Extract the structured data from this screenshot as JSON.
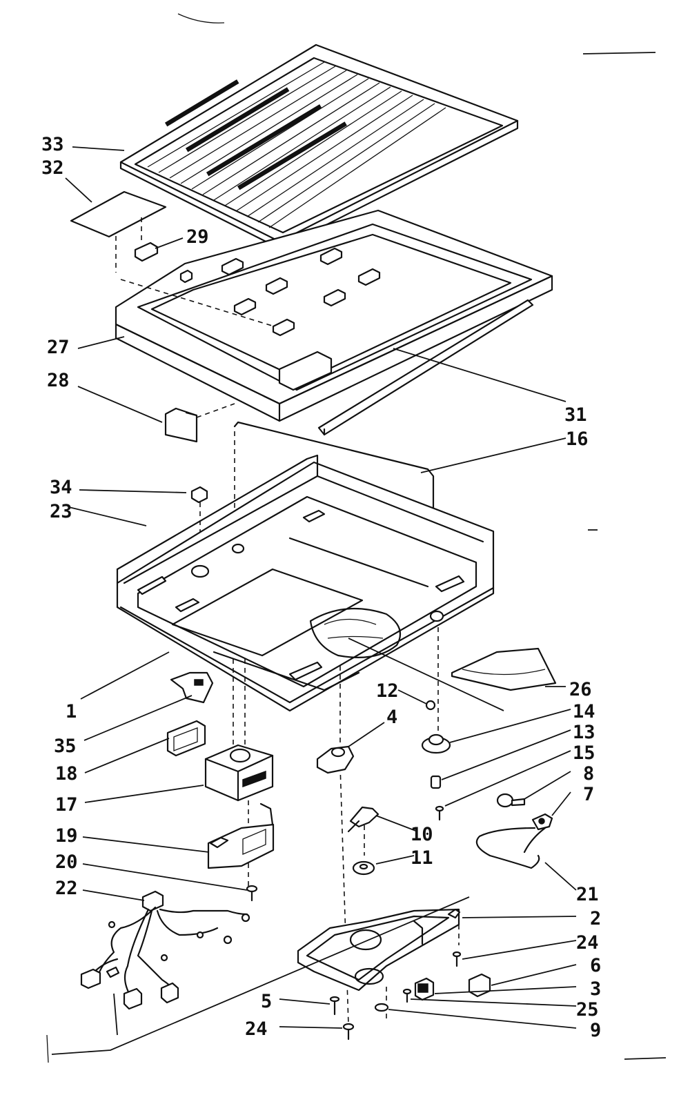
{
  "callouts": [
    {
      "id": "33",
      "label": "33"
    },
    {
      "id": "32",
      "label": "32"
    },
    {
      "id": "29",
      "label": "29"
    },
    {
      "id": "27",
      "label": "27"
    },
    {
      "id": "28",
      "label": "28"
    },
    {
      "id": "31",
      "label": "31"
    },
    {
      "id": "16",
      "label": "16"
    },
    {
      "id": "34",
      "label": "34"
    },
    {
      "id": "23",
      "label": "23"
    },
    {
      "id": "1",
      "label": "1"
    },
    {
      "id": "35",
      "label": "35"
    },
    {
      "id": "18",
      "label": "18"
    },
    {
      "id": "17",
      "label": "17"
    },
    {
      "id": "19",
      "label": "19"
    },
    {
      "id": "20",
      "label": "20"
    },
    {
      "id": "22",
      "label": "22"
    },
    {
      "id": "26",
      "label": "26"
    },
    {
      "id": "12",
      "label": "12"
    },
    {
      "id": "4",
      "label": "4"
    },
    {
      "id": "14",
      "label": "14"
    },
    {
      "id": "13",
      "label": "13"
    },
    {
      "id": "15",
      "label": "15"
    },
    {
      "id": "8",
      "label": "8"
    },
    {
      "id": "7",
      "label": "7"
    },
    {
      "id": "10",
      "label": "10"
    },
    {
      "id": "11",
      "label": "11"
    },
    {
      "id": "21",
      "label": "21"
    },
    {
      "id": "2",
      "label": "2"
    },
    {
      "id": "24a",
      "label": "24"
    },
    {
      "id": "6",
      "label": "6"
    },
    {
      "id": "3",
      "label": "3"
    },
    {
      "id": "25",
      "label": "25"
    },
    {
      "id": "5",
      "label": "5"
    },
    {
      "id": "24b",
      "label": "24"
    },
    {
      "id": "9",
      "label": "9"
    }
  ]
}
